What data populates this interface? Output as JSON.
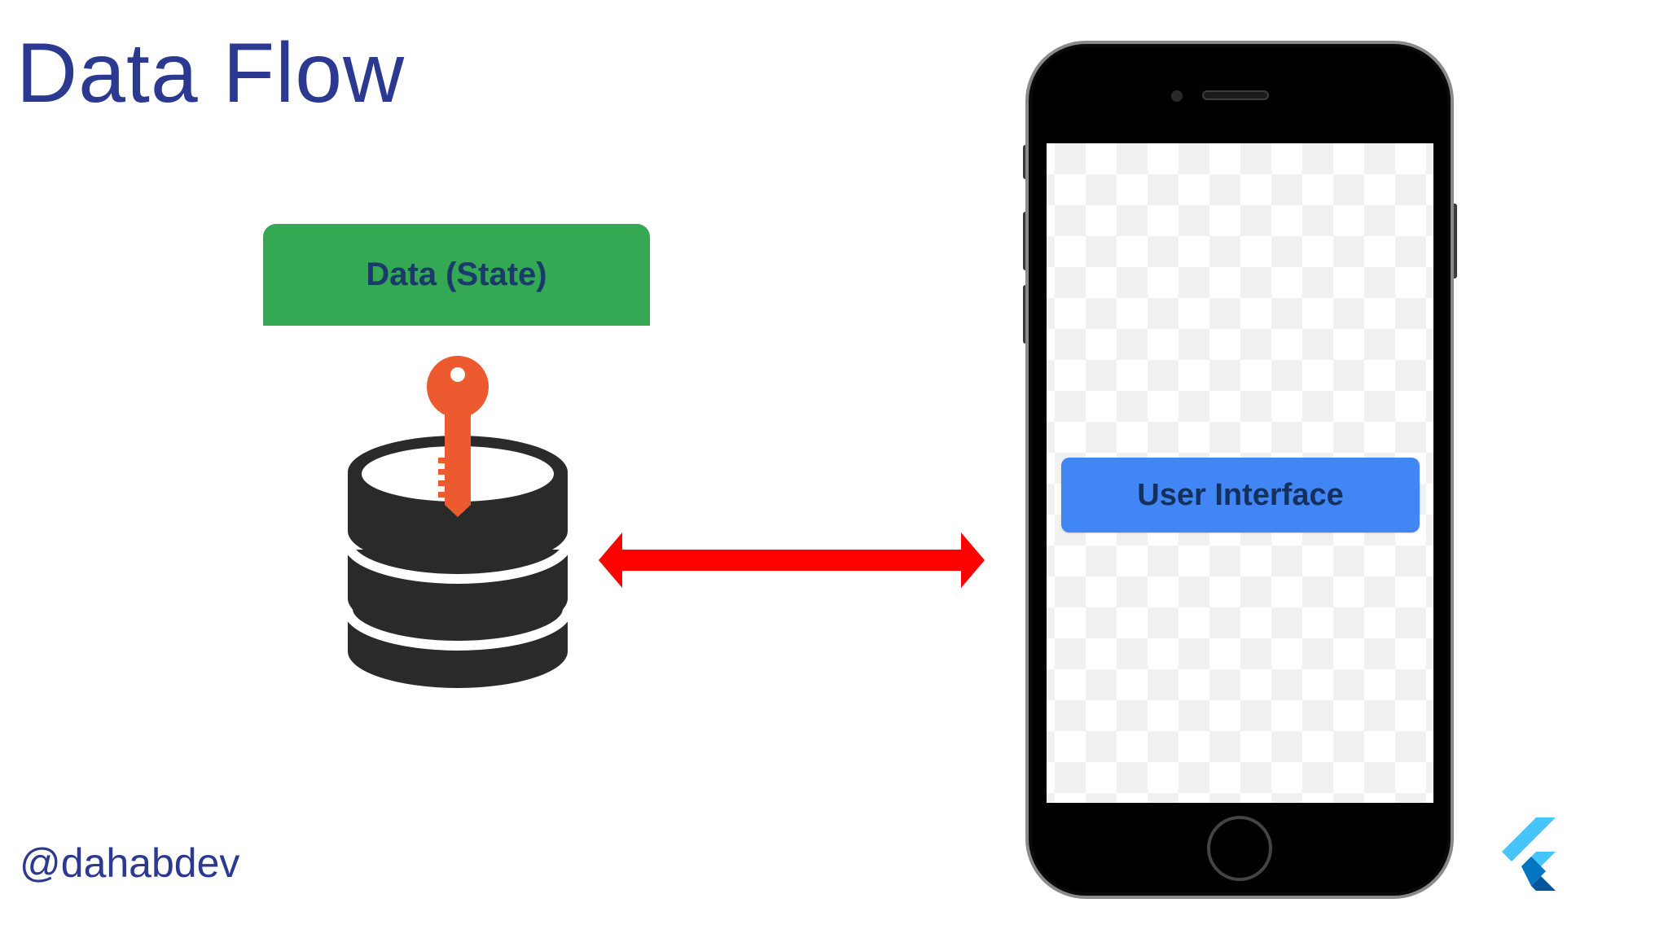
{
  "slide": {
    "title": "Data Flow",
    "handle": "@dahabdev"
  },
  "diagram": {
    "data_node": {
      "label": "Data (State)",
      "color": "#34a853",
      "icon": "database-with-key-icon"
    },
    "connector": {
      "type": "double-headed-arrow",
      "color": "#ff0000"
    },
    "ui_node": {
      "label": "User Interface",
      "color": "#4285f4",
      "container_icon": "smartphone-icon"
    }
  },
  "branding": {
    "logo_icon": "flutter-logo-icon"
  },
  "colors": {
    "title": "#2b3990",
    "key": "#ee5a30",
    "database": "#2a2a2a"
  }
}
